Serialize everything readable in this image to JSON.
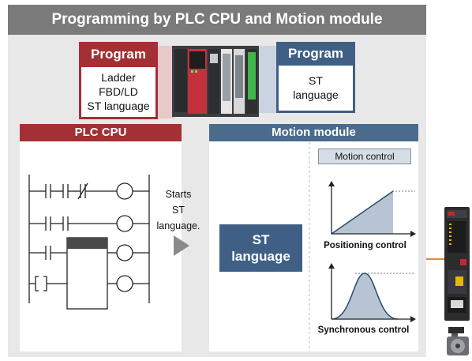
{
  "title": "Programming by PLC CPU and Motion module",
  "left_program": {
    "heading": "Program",
    "lines": [
      "Ladder",
      "FBD/LD",
      "ST language"
    ]
  },
  "right_program": {
    "heading": "Program",
    "lines": [
      "ST",
      "language"
    ]
  },
  "plc_cpu": {
    "heading": "PLC CPU"
  },
  "motion_module": {
    "heading": "Motion module",
    "st_box": [
      "ST",
      "language"
    ],
    "motion_control_label": "Motion control",
    "positioning_caption": "Positioning control",
    "synchronous_caption": "Synchronous control"
  },
  "starts_text": [
    "Starts",
    "ST",
    "language."
  ],
  "colors": {
    "plc_red": "#a33034",
    "motion_blue": "#3f5f85",
    "connector_orange": "#e8873a",
    "panel_gray": "#e8e8e8",
    "title_gray": "#7a7a7a"
  },
  "icons": [
    "plc-hardware-icon",
    "servo-amplifier-icon",
    "servo-motor-icon",
    "ladder-diagram-icon",
    "play-arrow-icon"
  ]
}
